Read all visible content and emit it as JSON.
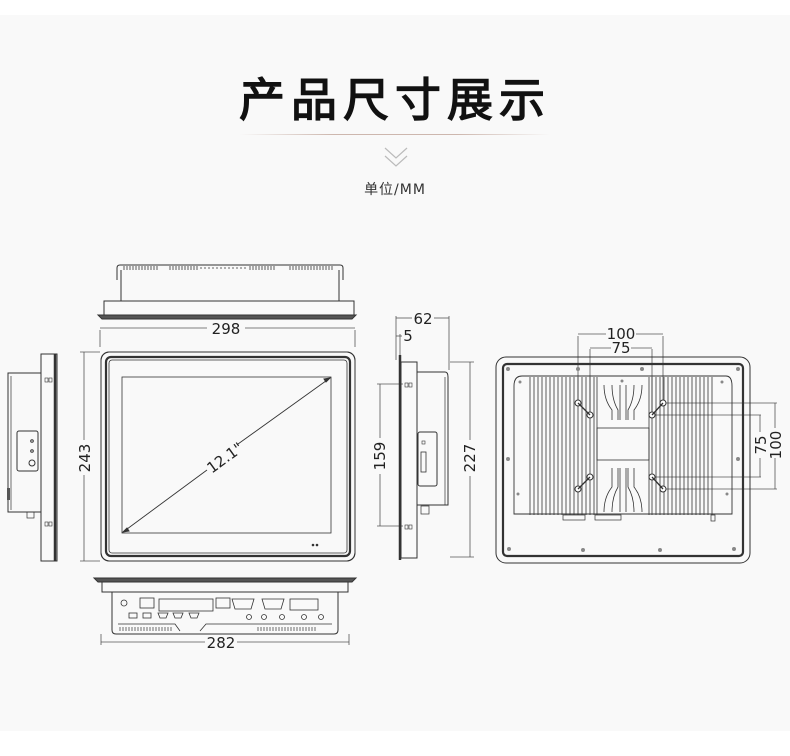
{
  "header": {
    "title": "产品尺寸展示",
    "unit_label": "单位/MM"
  },
  "icons": {
    "chevron": "double-chevron-down-icon"
  },
  "colors": {
    "background": "#f9f9f9",
    "line": "#333333",
    "title": "#111111"
  },
  "views": {
    "top_view": {
      "name": "top view"
    },
    "front_view": {
      "width_dim": "298",
      "height_dim": "243",
      "diagonal_label": "12.1\""
    },
    "left_side_view": {
      "name": "left side view"
    },
    "right_side_view": {
      "depth_dim": "62",
      "bezel_dim": "5",
      "mount_height_dim": "159",
      "body_height_dim": "227"
    },
    "rear_view": {
      "vesa_outer_h": "100",
      "vesa_inner_h": "75",
      "vesa_inner_v": "75",
      "vesa_outer_v": "100"
    },
    "bottom_view": {
      "width_dim": "282"
    }
  }
}
